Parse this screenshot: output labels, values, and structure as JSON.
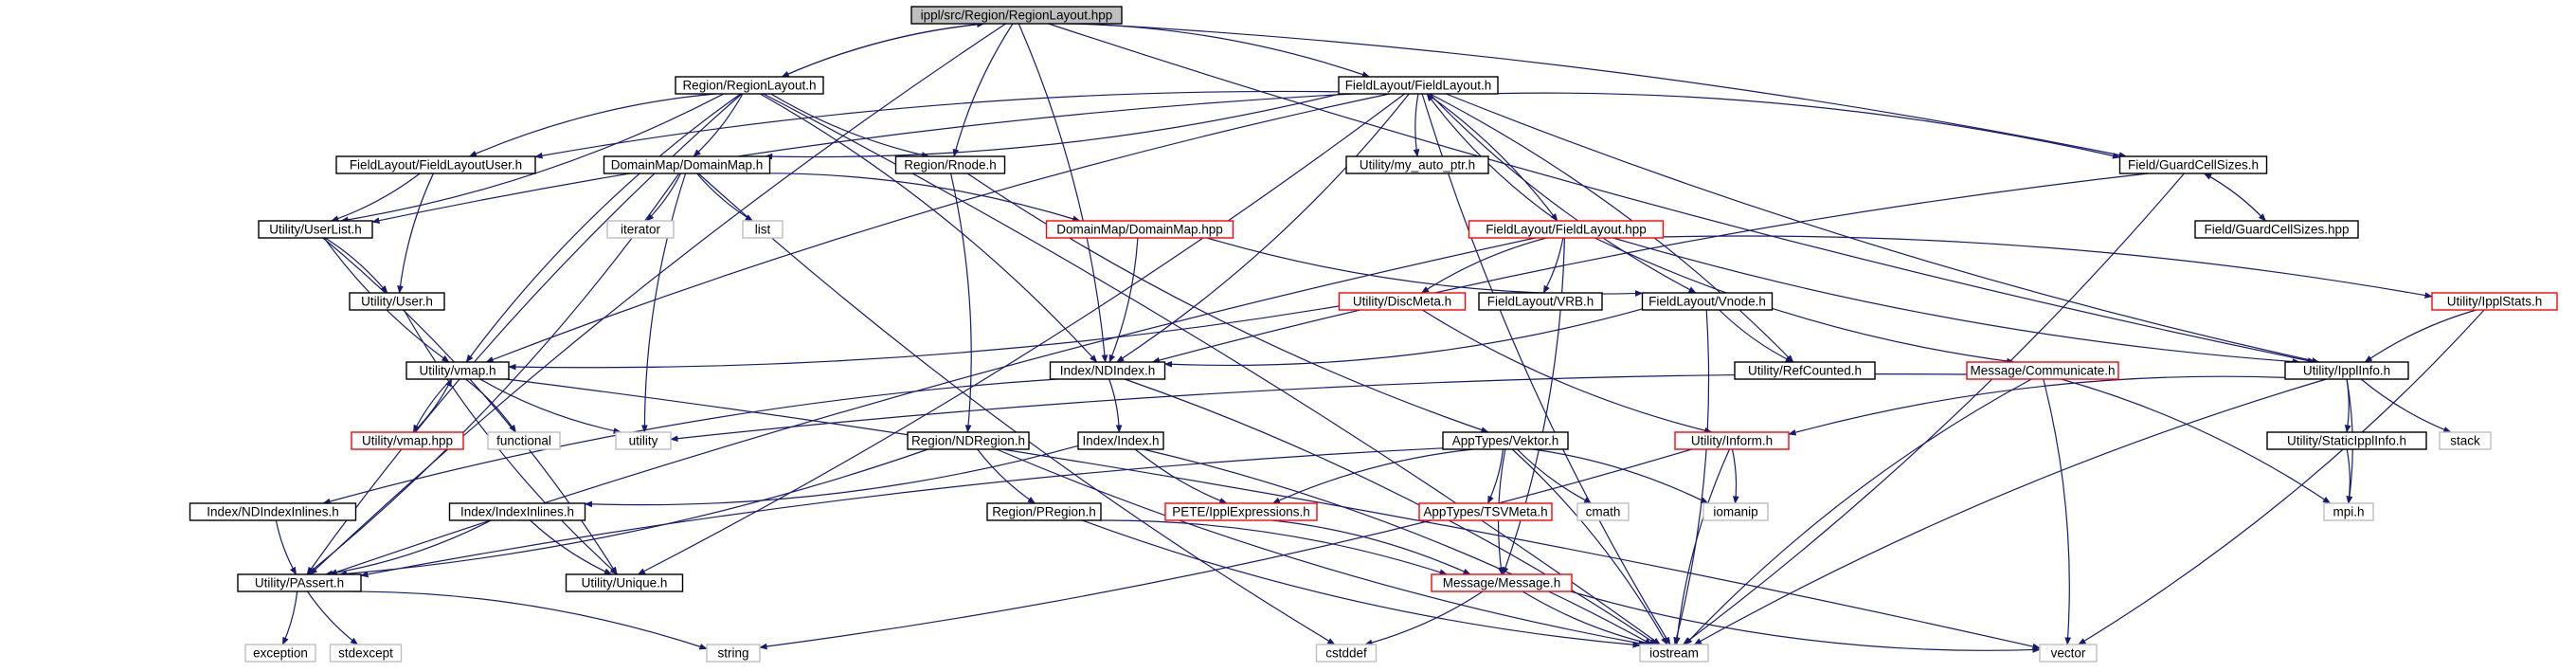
{
  "colors": {
    "root_fill": "#bfbfbf",
    "node_border": "#000000",
    "missing_border": "#ff0000",
    "external_border": "#bfbfbf",
    "edge": "#191970",
    "text": "#000000"
  },
  "nodes": [
    {
      "id": "root",
      "label": "ippl/src/Region/RegionLayout.hpp",
      "kind": "root"
    },
    {
      "id": "regionlayout_h",
      "label": "Region/RegionLayout.h",
      "kind": "normal"
    },
    {
      "id": "fieldlayout_h",
      "label": "FieldLayout/FieldLayout.h",
      "kind": "normal"
    },
    {
      "id": "fieldlayoutuser_h",
      "label": "FieldLayout/FieldLayoutUser.h",
      "kind": "normal"
    },
    {
      "id": "domainmap_h",
      "label": "DomainMap/DomainMap.h",
      "kind": "normal"
    },
    {
      "id": "rnode_h",
      "label": "Region/Rnode.h",
      "kind": "normal"
    },
    {
      "id": "my_auto_ptr_h",
      "label": "Utility/my_auto_ptr.h",
      "kind": "normal"
    },
    {
      "id": "guardcellsizes_h",
      "label": "Field/GuardCellSizes.h",
      "kind": "normal"
    },
    {
      "id": "userlist_h",
      "label": "Utility/UserList.h",
      "kind": "normal"
    },
    {
      "id": "iterator",
      "label": "iterator",
      "kind": "external"
    },
    {
      "id": "list",
      "label": "list",
      "kind": "external"
    },
    {
      "id": "domainmap_hpp",
      "label": "DomainMap/DomainMap.hpp",
      "kind": "missing"
    },
    {
      "id": "fieldlayout_hpp",
      "label": "FieldLayout/FieldLayout.hpp",
      "kind": "missing"
    },
    {
      "id": "guardcellsizes_hpp",
      "label": "Field/GuardCellSizes.hpp",
      "kind": "normal"
    },
    {
      "id": "user_h",
      "label": "Utility/User.h",
      "kind": "normal"
    },
    {
      "id": "discmeta_h",
      "label": "Utility/DiscMeta.h",
      "kind": "missing"
    },
    {
      "id": "vrb_h",
      "label": "FieldLayout/VRB.h",
      "kind": "normal"
    },
    {
      "id": "vnode_h",
      "label": "FieldLayout/Vnode.h",
      "kind": "normal"
    },
    {
      "id": "ipplstats_h",
      "label": "Utility/IpplStats.h",
      "kind": "missing"
    },
    {
      "id": "vmap_h",
      "label": "Utility/vmap.h",
      "kind": "normal"
    },
    {
      "id": "ndindex_h",
      "label": "Index/NDIndex.h",
      "kind": "normal"
    },
    {
      "id": "refcounted_h",
      "label": "Utility/RefCounted.h",
      "kind": "normal"
    },
    {
      "id": "communicate_h",
      "label": "Message/Communicate.h",
      "kind": "missing"
    },
    {
      "id": "ipplinfo_h",
      "label": "Utility/IpplInfo.h",
      "kind": "normal"
    },
    {
      "id": "vmap_hpp",
      "label": "Utility/vmap.hpp",
      "kind": "missing"
    },
    {
      "id": "functional",
      "label": "functional",
      "kind": "external"
    },
    {
      "id": "utility",
      "label": "utility",
      "kind": "external"
    },
    {
      "id": "ndregion_h",
      "label": "Region/NDRegion.h",
      "kind": "normal"
    },
    {
      "id": "index_h",
      "label": "Index/Index.h",
      "kind": "normal"
    },
    {
      "id": "vektor_h",
      "label": "AppTypes/Vektor.h",
      "kind": "normal"
    },
    {
      "id": "inform_h",
      "label": "Utility/Inform.h",
      "kind": "missing"
    },
    {
      "id": "staticipplinfo_h",
      "label": "Utility/StaticIpplInfo.h",
      "kind": "normal"
    },
    {
      "id": "stack",
      "label": "stack",
      "kind": "external"
    },
    {
      "id": "ndindexinlines_h",
      "label": "Index/NDIndexInlines.h",
      "kind": "normal"
    },
    {
      "id": "indexinlines_h",
      "label": "Index/IndexInlines.h",
      "kind": "normal"
    },
    {
      "id": "pregion_h",
      "label": "Region/PRegion.h",
      "kind": "normal"
    },
    {
      "id": "ipplexpressions_h",
      "label": "PETE/IpplExpressions.h",
      "kind": "missing"
    },
    {
      "id": "tsvmeta_h",
      "label": "AppTypes/TSVMeta.h",
      "kind": "missing"
    },
    {
      "id": "cmath",
      "label": "cmath",
      "kind": "external"
    },
    {
      "id": "iomanip",
      "label": "iomanip",
      "kind": "external"
    },
    {
      "id": "mpi_h",
      "label": "mpi.h",
      "kind": "external"
    },
    {
      "id": "passert_h",
      "label": "Utility/PAssert.h",
      "kind": "normal"
    },
    {
      "id": "unique_h",
      "label": "Utility/Unique.h",
      "kind": "normal"
    },
    {
      "id": "message_h",
      "label": "Message/Message.h",
      "kind": "missing"
    },
    {
      "id": "exception",
      "label": "exception",
      "kind": "external"
    },
    {
      "id": "stdexcept",
      "label": "stdexcept",
      "kind": "external"
    },
    {
      "id": "string",
      "label": "string",
      "kind": "external"
    },
    {
      "id": "cstddef",
      "label": "cstddef",
      "kind": "external"
    },
    {
      "id": "iostream",
      "label": "iostream",
      "kind": "external"
    },
    {
      "id": "vector",
      "label": "vector",
      "kind": "external"
    }
  ],
  "edges": [
    [
      "root",
      "regionlayout_h"
    ],
    [
      "root",
      "fieldlayout_h"
    ],
    [
      "root",
      "rnode_h"
    ],
    [
      "root",
      "ndindex_h"
    ],
    [
      "root",
      "passert_h"
    ],
    [
      "root",
      "guardcellsizes_h"
    ],
    [
      "root",
      "ipplinfo_h"
    ],
    [
      "regionlayout_h",
      "root"
    ],
    [
      "regionlayout_h",
      "fieldlayoutuser_h"
    ],
    [
      "regionlayout_h",
      "domainmap_h"
    ],
    [
      "regionlayout_h",
      "rnode_h"
    ],
    [
      "regionlayout_h",
      "userlist_h"
    ],
    [
      "regionlayout_h",
      "vmap_h"
    ],
    [
      "regionlayout_h",
      "ndindex_h"
    ],
    [
      "regionlayout_h",
      "passert_h"
    ],
    [
      "regionlayout_h",
      "iostream"
    ],
    [
      "fieldlayout_h",
      "fieldlayoutuser_h"
    ],
    [
      "fieldlayout_h",
      "domainmap_h"
    ],
    [
      "fieldlayout_h",
      "my_auto_ptr_h"
    ],
    [
      "fieldlayout_h",
      "guardcellsizes_h"
    ],
    [
      "fieldlayout_h",
      "userlist_h"
    ],
    [
      "fieldlayout_h",
      "fieldlayout_hpp"
    ],
    [
      "fieldlayout_h",
      "vnode_h"
    ],
    [
      "fieldlayout_h",
      "refcounted_h"
    ],
    [
      "fieldlayout_h",
      "ipplinfo_h"
    ],
    [
      "fieldlayout_h",
      "ndindex_h"
    ],
    [
      "fieldlayout_h",
      "vmap_h"
    ],
    [
      "fieldlayout_h",
      "unique_h"
    ],
    [
      "fieldlayout_h",
      "iostream"
    ],
    [
      "fieldlayoutuser_h",
      "userlist_h"
    ],
    [
      "fieldlayoutuser_h",
      "user_h"
    ],
    [
      "domainmap_h",
      "iterator"
    ],
    [
      "domainmap_h",
      "list"
    ],
    [
      "domainmap_h",
      "domainmap_hpp"
    ],
    [
      "domainmap_h",
      "utility"
    ],
    [
      "domainmap_h",
      "passert_h"
    ],
    [
      "domainmap_h",
      "cstddef"
    ],
    [
      "rnode_h",
      "ndregion_h"
    ],
    [
      "rnode_h",
      "vektor_h"
    ],
    [
      "guardcellsizes_h",
      "guardcellsizes_hpp"
    ],
    [
      "guardcellsizes_h",
      "ndindex_h"
    ],
    [
      "guardcellsizes_h",
      "iostream"
    ],
    [
      "guardcellsizes_hpp",
      "guardcellsizes_h"
    ],
    [
      "userlist_h",
      "user_h"
    ],
    [
      "userlist_h",
      "vmap_h"
    ],
    [
      "userlist_h",
      "unique_h"
    ],
    [
      "user_h",
      "unique_h"
    ],
    [
      "domainmap_hpp",
      "ndindex_h"
    ],
    [
      "domainmap_hpp",
      "vnode_h"
    ],
    [
      "fieldlayout_hpp",
      "fieldlayout_h"
    ],
    [
      "fieldlayout_hpp",
      "discmeta_h"
    ],
    [
      "fieldlayout_hpp",
      "vrb_h"
    ],
    [
      "fieldlayout_hpp",
      "communicate_h"
    ],
    [
      "fieldlayout_hpp",
      "ipplstats_h"
    ],
    [
      "fieldlayout_hpp",
      "ipplinfo_h"
    ],
    [
      "fieldlayout_hpp",
      "message_h"
    ],
    [
      "fieldlayout_hpp",
      "passert_h"
    ],
    [
      "discmeta_h",
      "vmap_h"
    ],
    [
      "discmeta_h",
      "inform_h"
    ],
    [
      "vnode_h",
      "ndindex_h"
    ],
    [
      "vnode_h",
      "refcounted_h"
    ],
    [
      "vnode_h",
      "iostream"
    ],
    [
      "ipplstats_h",
      "ipplinfo_h"
    ],
    [
      "ipplstats_h",
      "vector"
    ],
    [
      "vmap_h",
      "vmap_hpp"
    ],
    [
      "vmap_h",
      "functional"
    ],
    [
      "vmap_h",
      "utility"
    ],
    [
      "vmap_h",
      "vector"
    ],
    [
      "vmap_hpp",
      "vmap_h"
    ],
    [
      "ndindex_h",
      "index_h"
    ],
    [
      "ndindex_h",
      "ndindexinlines_h"
    ],
    [
      "ndindex_h",
      "iostream"
    ],
    [
      "communicate_h",
      "utility"
    ],
    [
      "communicate_h",
      "mpi_h"
    ],
    [
      "communicate_h",
      "iostream"
    ],
    [
      "communicate_h",
      "vector"
    ],
    [
      "ipplinfo_h",
      "inform_h"
    ],
    [
      "ipplinfo_h",
      "staticipplinfo_h"
    ],
    [
      "ipplinfo_h",
      "stack"
    ],
    [
      "ipplinfo_h",
      "mpi_h"
    ],
    [
      "ipplinfo_h",
      "iostream"
    ],
    [
      "staticipplinfo_h",
      "mpi_h"
    ],
    [
      "ndregion_h",
      "pregion_h"
    ],
    [
      "ndregion_h",
      "passert_h"
    ],
    [
      "ndregion_h",
      "iostream"
    ],
    [
      "index_h",
      "indexinlines_h"
    ],
    [
      "index_h",
      "ipplexpressions_h"
    ],
    [
      "index_h",
      "iostream"
    ],
    [
      "vektor_h",
      "ipplexpressions_h"
    ],
    [
      "vektor_h",
      "tsvmeta_h"
    ],
    [
      "vektor_h",
      "cmath"
    ],
    [
      "vektor_h",
      "iomanip"
    ],
    [
      "vektor_h",
      "message_h"
    ],
    [
      "vektor_h",
      "iostream"
    ],
    [
      "vektor_h",
      "passert_h"
    ],
    [
      "inform_h",
      "iomanip"
    ],
    [
      "inform_h",
      "iostream"
    ],
    [
      "inform_h",
      "string"
    ],
    [
      "ndindexinlines_h",
      "passert_h"
    ],
    [
      "indexinlines_h",
      "passert_h"
    ],
    [
      "indexinlines_h",
      "unique_h"
    ],
    [
      "pregion_h",
      "message_h"
    ],
    [
      "pregion_h",
      "iostream"
    ],
    [
      "ipplexpressions_h",
      "message_h"
    ],
    [
      "message_h",
      "iostream"
    ],
    [
      "message_h",
      "cstddef"
    ],
    [
      "message_h",
      "vector"
    ],
    [
      "passert_h",
      "exception"
    ],
    [
      "passert_h",
      "stdexcept"
    ],
    [
      "passert_h",
      "string"
    ]
  ]
}
